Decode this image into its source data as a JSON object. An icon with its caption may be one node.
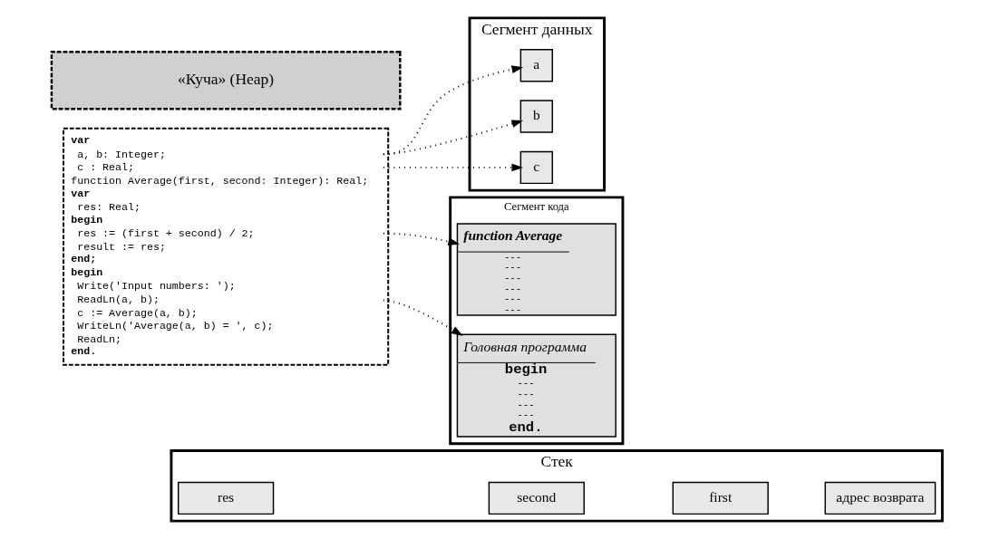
{
  "diagram": {
    "nodes": [
      {
        "text": [
          "Стек"
        ]
      },
      {
        "text": [
          "res"
        ],
        "in": 0
      },
      {
        "text": [
          "second"
        ],
        "in": 0
      },
      {
        "text": [
          "first"
        ],
        "in": 0
      },
      {
        "text": [
          "адрес возврата"
        ],
        "in": 0
      },
      {
        "text": [
          "var",
          "a, b: Integer;",
          "c : Real;",
          "function Average(first, second: Integer): Real;",
          "var",
          "res: Real;",
          "begin",
          "res := (first + second) / 2;",
          "result := res;",
          "end;",
          "begin",
          "Write('Input numbers: ');",
          "ReadLn(a, b);",
          "c := Average(a, b);",
          "WriteLn('Average(a, b) = ', c);",
          "ReadLn;",
          "end."
        ]
      },
      {
        "text": [
          "Сегмент данных"
        ]
      },
      {
        "text": [
          "a"
        ],
        "in": 6
      },
      {
        "text": [
          "b"
        ],
        "in": 6
      },
      {
        "text": [
          "c"
        ],
        "in": 6
      },
      {
        "text": [
          "Сегмент кода"
        ]
      },
      {
        "text": [
          "function Average",
          "---",
          "---",
          "---",
          "---",
          "---",
          "---"
        ],
        "in": 10
      },
      {
        "text": [
          "Головная программа",
          "begin",
          "---",
          "---",
          "---",
          "---",
          "end."
        ],
        "in": 10
      },
      {
        "text": [
          "«Куча» (Heap)"
        ]
      }
    ],
    "edges": [
      {
        "from": 5,
        "to": 7,
        "arrow": "to"
      },
      {
        "from": 5,
        "to": 8,
        "arrow": "to"
      },
      {
        "from": 5,
        "to": 9,
        "arrow": "to"
      },
      {
        "from": 5,
        "to": 11,
        "arrow": "to"
      },
      {
        "from": 5,
        "to": 12,
        "arrow": "to"
      }
    ]
  }
}
